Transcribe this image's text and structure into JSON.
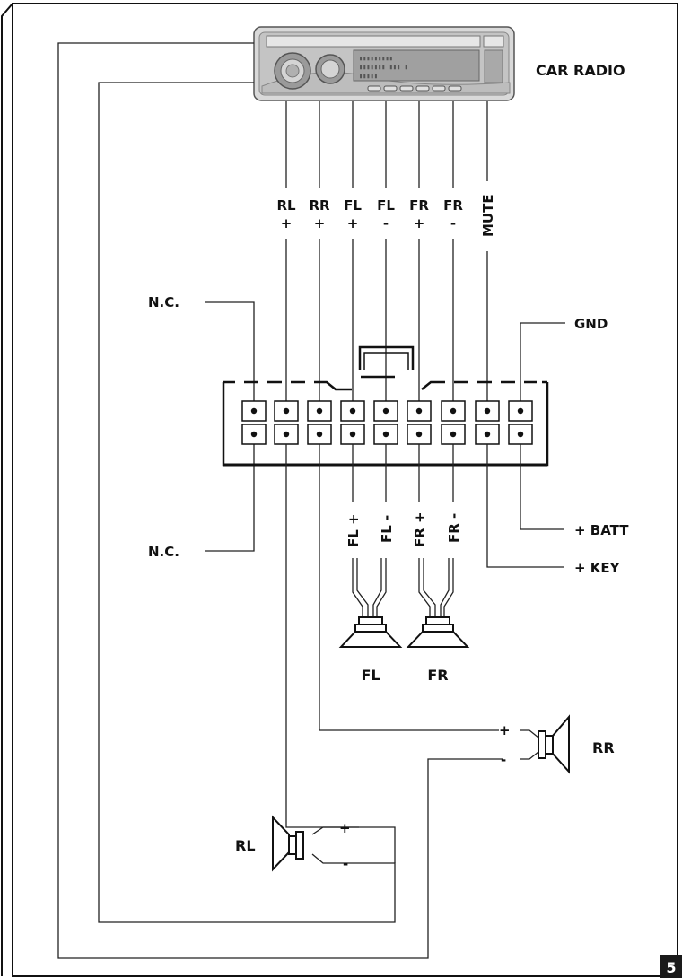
{
  "radio": {
    "label": "CAR RADIO",
    "display_rows": [
      "▮▮▮▮▮▮▮▮▮",
      "▮▮▮▮▮▮▮  ▮▮▮ ▮",
      "▮▮▮▮▮"
    ]
  },
  "top_wires": [
    {
      "name": "RL",
      "sign": "+"
    },
    {
      "name": "RR",
      "sign": "+"
    },
    {
      "name": "FL",
      "sign": "+"
    },
    {
      "name": "FL",
      "sign": "-"
    },
    {
      "name": "FR",
      "sign": "+"
    },
    {
      "name": "FR",
      "sign": "-"
    },
    {
      "name": "MUTE",
      "sign": ""
    }
  ],
  "side_labels": {
    "nc_top": "N.C.",
    "nc_bottom": "N.C.",
    "gnd": "GND",
    "batt": "+ BATT",
    "key": "+ KEY"
  },
  "front_wires": [
    "FL +",
    "FL -",
    "FR +",
    "FR -"
  ],
  "speakers": {
    "fl": "FL",
    "fr": "FR",
    "rr": "RR",
    "rl": "RL",
    "rr_plus": "+",
    "rr_minus": "-",
    "rl_plus": "+",
    "rl_minus": "-"
  },
  "page_number": "5"
}
